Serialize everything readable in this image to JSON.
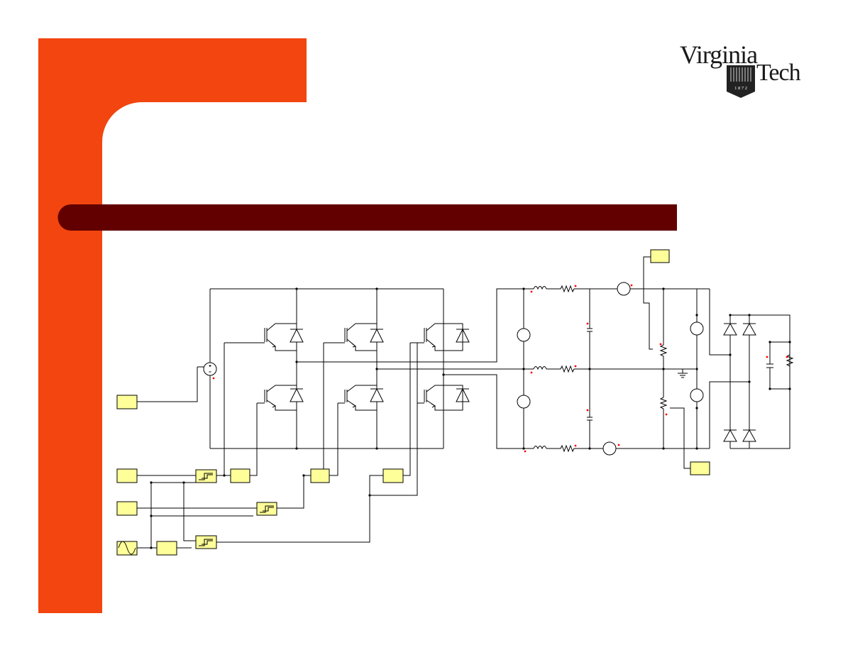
{
  "slide": {
    "logo": {
      "line1": "Virginia",
      "line2": "Tech",
      "shield_digits": "1 8 7 2"
    },
    "title": ""
  },
  "colors": {
    "accent_orange": "#f2450f",
    "title_bar": "#620000",
    "block_fill": "#ffff99",
    "wire": "#000000",
    "marker_dot": "#ff0000"
  },
  "schematic": {
    "type": "three-phase inverter circuit",
    "components": [
      "dc-source",
      "igbt-switch",
      "freewheel-diode",
      "inductor",
      "resistor",
      "capacitor",
      "current-meter",
      "voltage-meter",
      "ground",
      "diode-bridge-rectifier",
      "comparator",
      "sine-source",
      "control-block"
    ]
  }
}
